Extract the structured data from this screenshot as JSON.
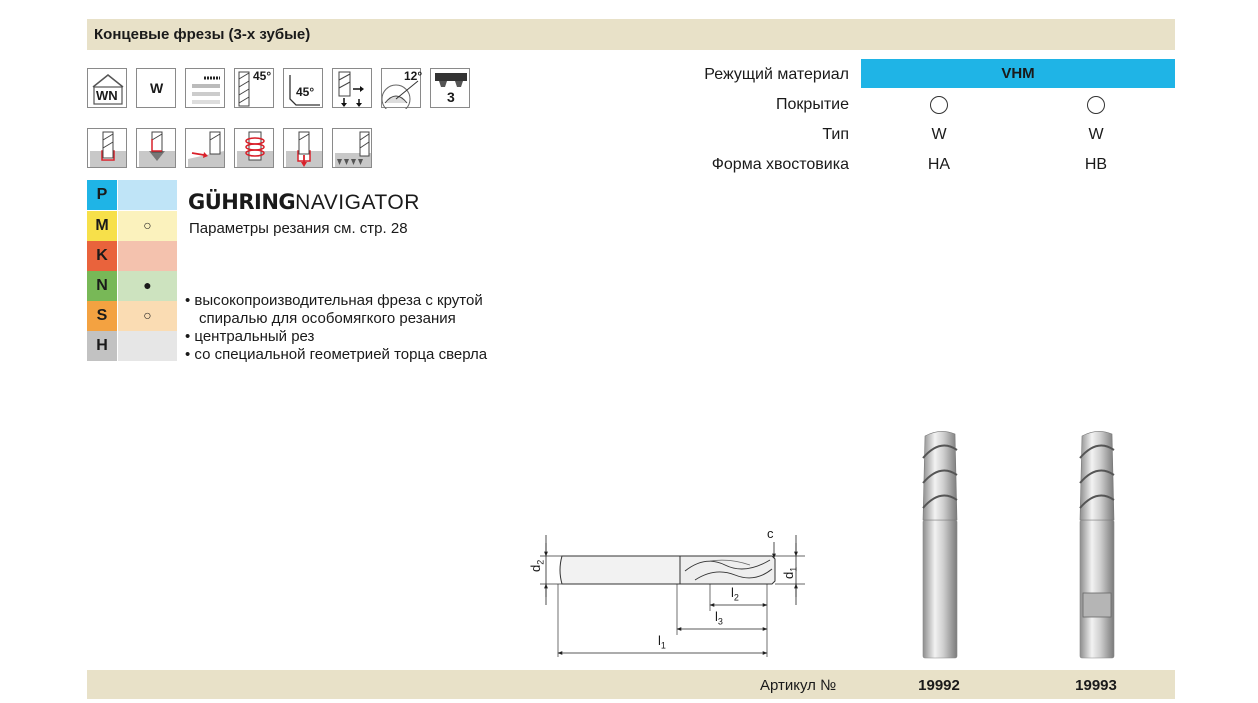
{
  "header": {
    "title": "Концевые фрезы (3-х зубые)"
  },
  "icons_row1": [
    {
      "name": "standard-wn-icon",
      "label": "WN"
    },
    {
      "name": "shape-w-icon",
      "label": "W"
    },
    {
      "name": "surface-finish-icon",
      "label": ""
    },
    {
      "name": "helix-angle-icon",
      "label": "45°"
    },
    {
      "name": "chamfer-icon",
      "label": "45°"
    },
    {
      "name": "center-cut-icon",
      "label": ""
    },
    {
      "name": "end-angle-icon",
      "label": "12°"
    },
    {
      "name": "flute-count-icon",
      "label": "3"
    }
  ],
  "icons_row2": [
    {
      "name": "slot-milling-icon"
    },
    {
      "name": "plunge-milling-icon"
    },
    {
      "name": "ramping-icon"
    },
    {
      "name": "helical-milling-icon"
    },
    {
      "name": "drilling-icon"
    },
    {
      "name": "side-milling-icon"
    }
  ],
  "materials": [
    {
      "code": "P",
      "value": "",
      "code_color": "#1fb4e6",
      "val_color": "#bfe4f7"
    },
    {
      "code": "M",
      "value": "○",
      "code_color": "#f7e04a",
      "val_color": "#fbf2bd"
    },
    {
      "code": "K",
      "value": "",
      "code_color": "#e9633c",
      "val_color": "#f4c2ae"
    },
    {
      "code": "N",
      "value": "●",
      "code_color": "#78b857",
      "val_color": "#cde3bf"
    },
    {
      "code": "S",
      "value": "○",
      "code_color": "#f3a241",
      "val_color": "#fadcb3"
    },
    {
      "code": "H",
      "value": "",
      "code_color": "#c2c2c2",
      "val_color": "#e6e6e6"
    }
  ],
  "navigator": {
    "brand_bold": "GÜHRING",
    "brand_light": "NAVIGATOR",
    "subtitle": "Параметры резания см. стр. 28"
  },
  "features": [
    "• высокопроизводительная фреза с крутой",
    "  спиралью для особомягкого резания",
    "• центральный рез",
    "• со специальной геометрией торца сверла"
  ],
  "specs": {
    "material_label": "Режущий материал",
    "material_value": "VHM",
    "coating_label": "Покрытие",
    "type_label": "Тип",
    "shank_label": "Форма хвостовика",
    "columns": [
      {
        "type": "W",
        "shank": "HA",
        "article": "19992"
      },
      {
        "type": "W",
        "shank": "HB",
        "article": "19993"
      }
    ]
  },
  "drawing": {
    "d2": "d",
    "d2_sub": "2",
    "d1": "d",
    "d1_sub": "1",
    "c": "c",
    "l1": "l",
    "l1_sub": "1",
    "l2": "l",
    "l2_sub": "2",
    "l3": "l",
    "l3_sub": "3"
  },
  "footer": {
    "article_label": "Артикул №"
  }
}
